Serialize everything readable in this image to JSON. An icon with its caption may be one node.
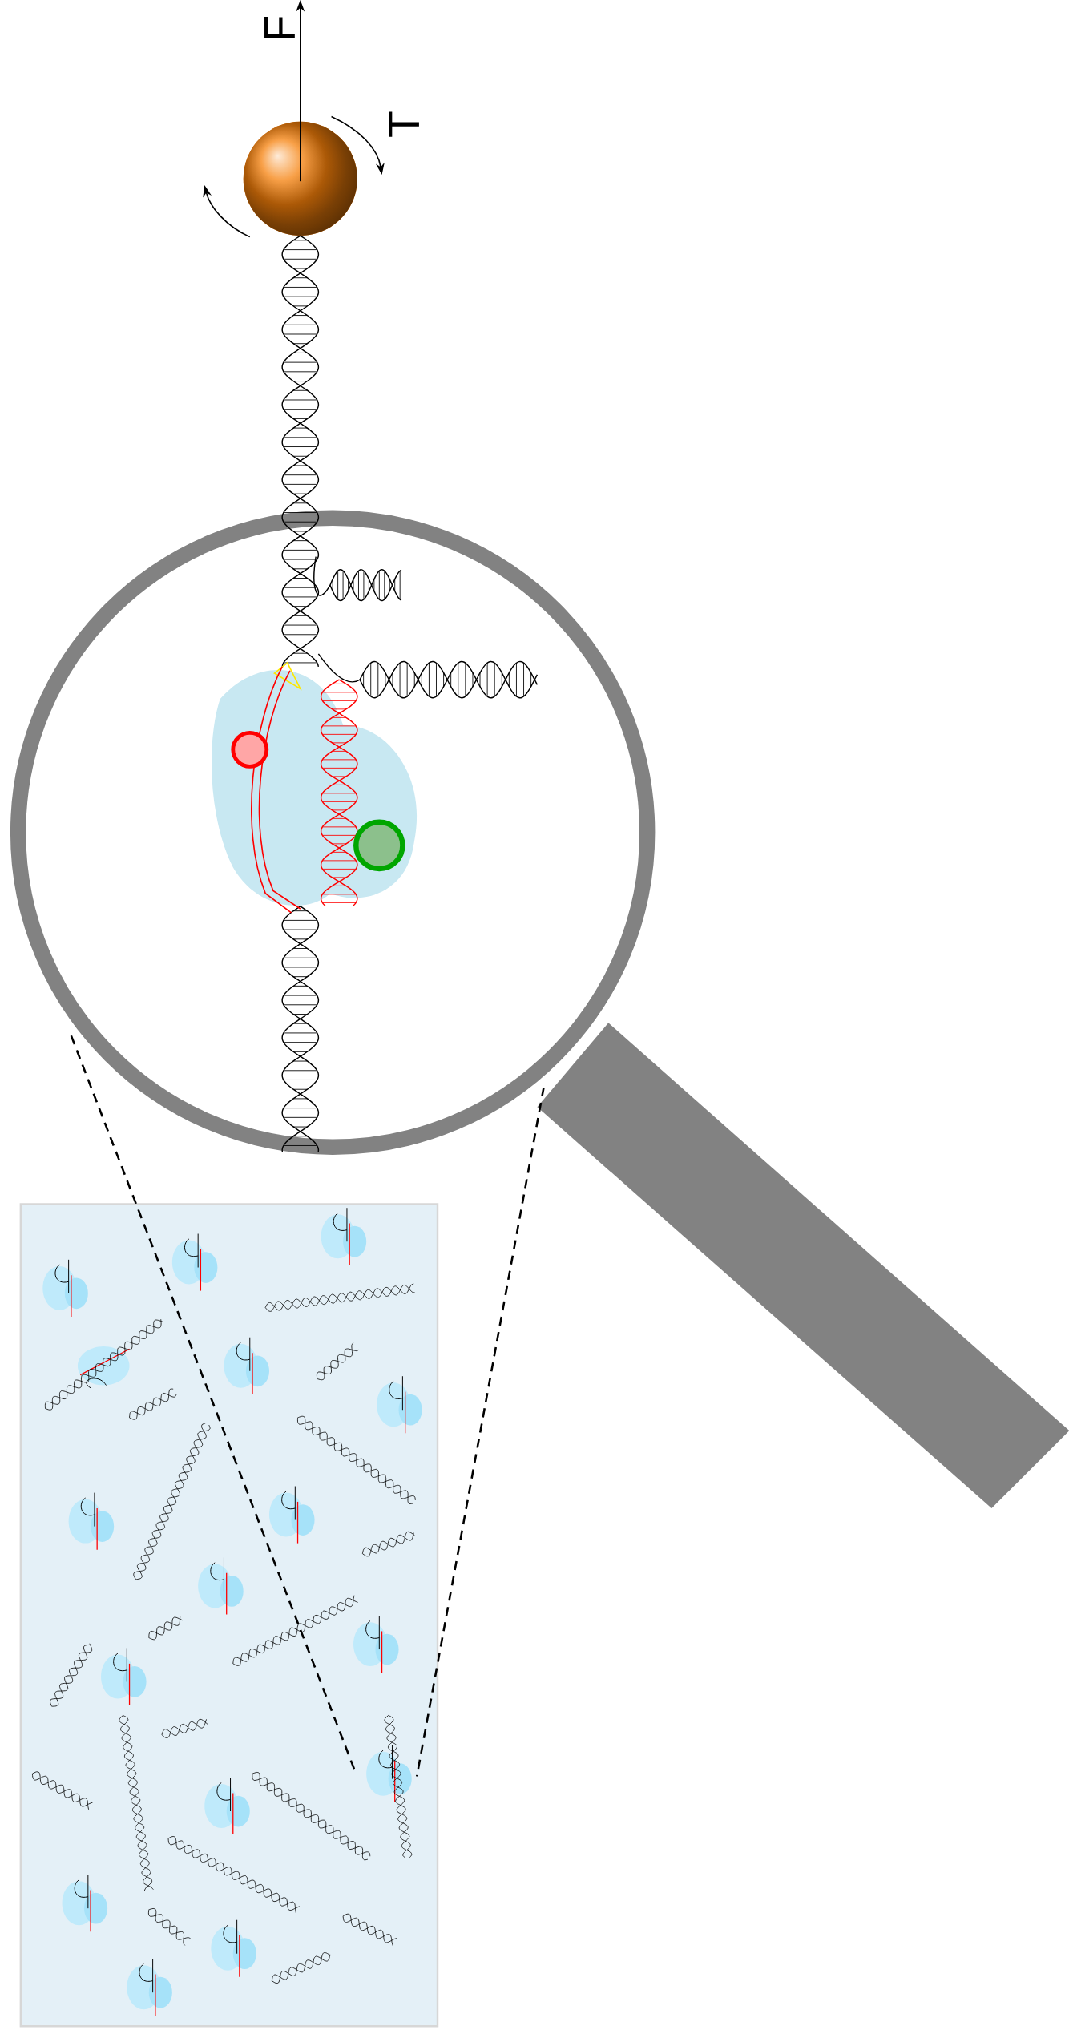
{
  "diagram": {
    "nodes": [
      {
        "text": [],
        "shape": "circle"
      }
    ],
    "labels": [
      "F",
      "T"
    ]
  }
}
